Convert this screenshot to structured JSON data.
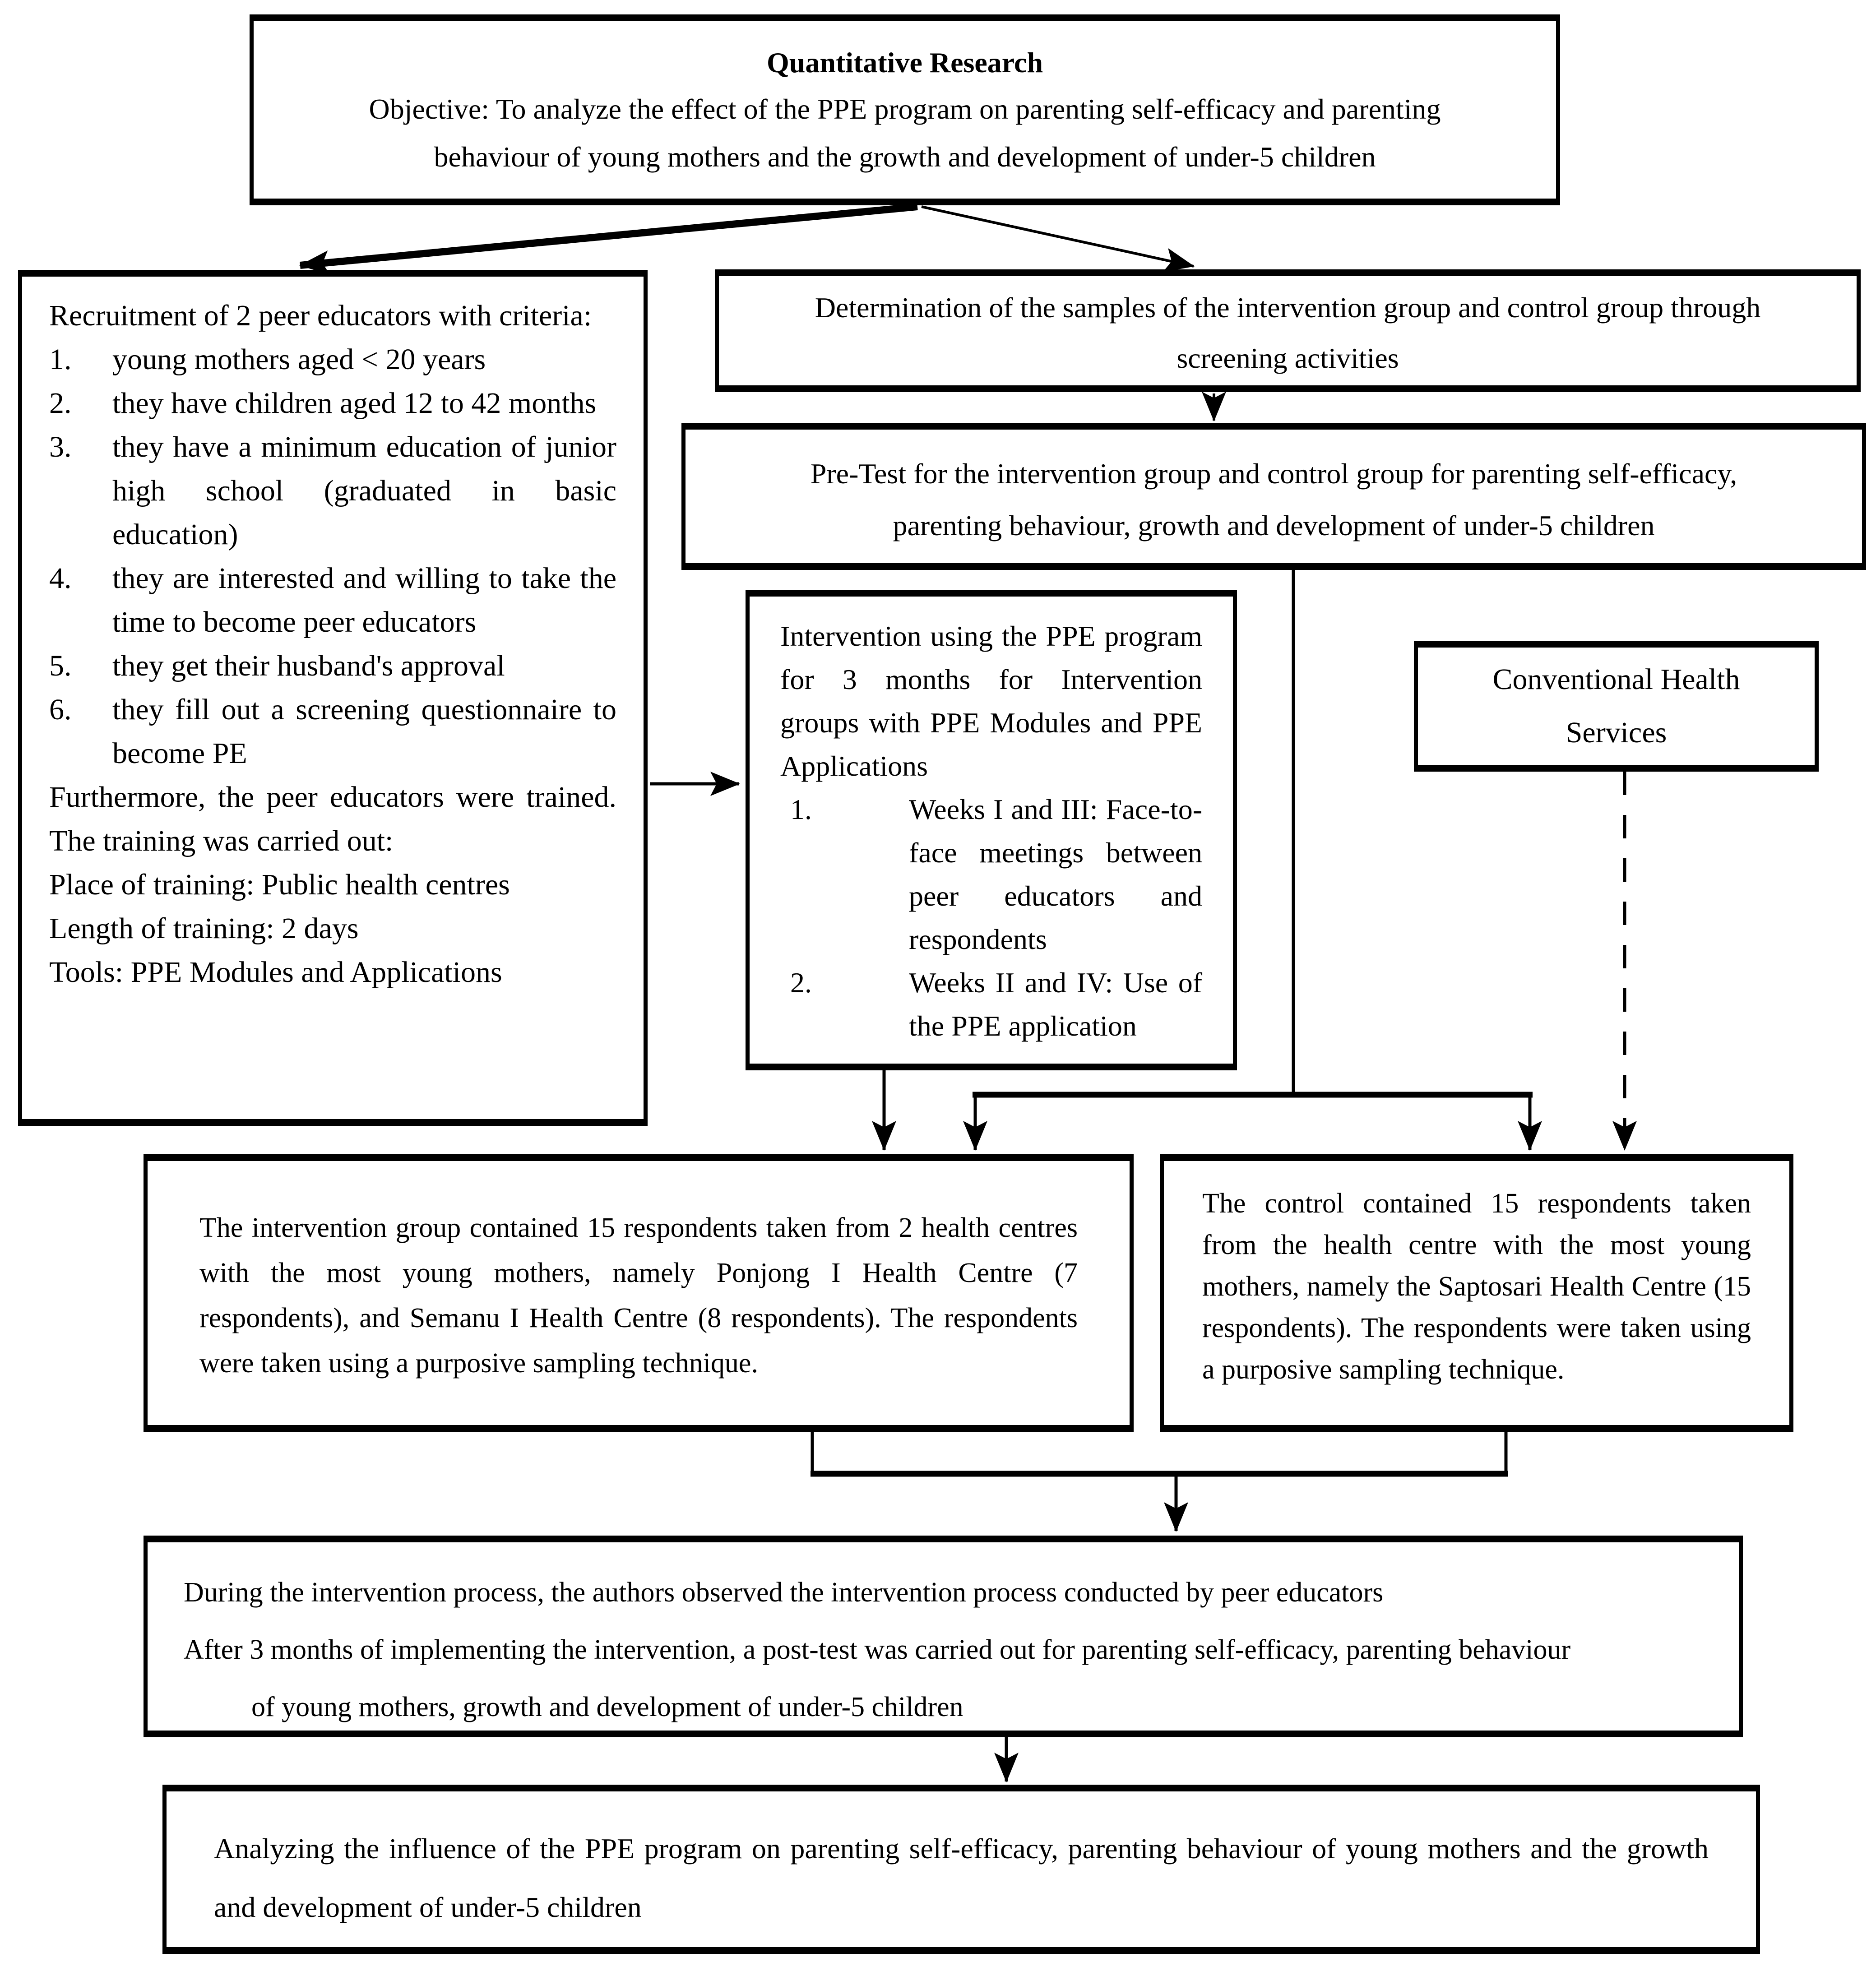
{
  "colors": {
    "line": "#000000",
    "background": "#ffffff"
  },
  "boxes": {
    "quantitative": {
      "title": "Quantitative Research",
      "objective_line1": "Objective: To analyze the effect of the PPE program on parenting self-efficacy and parenting",
      "objective_line2": "behaviour of young mothers and the growth and development of under-5 children"
    },
    "recruitment": {
      "intro": "Recruitment of 2 peer educators with criteria:",
      "items": [
        {
          "num": "1.",
          "text": "young mothers aged < 20 years"
        },
        {
          "num": "2.",
          "text": "they have children aged 12 to 42 months"
        },
        {
          "num": "3.",
          "text": "they have a minimum education of junior high school (graduated in basic education)"
        },
        {
          "num": "4.",
          "text": "they are interested and willing to take the time to become peer educators"
        },
        {
          "num": "5.",
          "text": "they get their husband's approval"
        },
        {
          "num": "6.",
          "text": "they fill out a screening questionnaire to become PE"
        }
      ],
      "outro1": "Furthermore, the peer educators were trained. The training was carried out:",
      "outro2": "Place of training: Public health centres",
      "outro3": "Length of training: 2 days",
      "outro4": "Tools: PPE Modules and Applications"
    },
    "determination": {
      "line1": "Determination of the samples of the intervention group and control group through",
      "line2": "screening activities"
    },
    "pretest": {
      "line1": "Pre-Test for the intervention group and control group for parenting self-efficacy,",
      "line2": "parenting behaviour, growth and development of under-5 children"
    },
    "intervention": {
      "intro": "Intervention using the PPE program for 3 months for Intervention groups with PPE Modules and PPE Applications",
      "items": [
        {
          "num": "1.",
          "text": "Weeks I and III: Face-to-face meetings between peer educators and respondents"
        },
        {
          "num": "2.",
          "text": "Weeks II and IV: Use of the PPE application"
        }
      ]
    },
    "conventional": {
      "line1": "Conventional Health",
      "line2": "Services"
    },
    "intervention_group": {
      "text": "The intervention group contained 15 respondents taken from 2 health centres with the most young mothers, namely Ponjong I Health Centre (7 respondents), and Semanu I Health Centre (8 respondents). The respondents were taken using a purposive sampling technique."
    },
    "control_group": {
      "text": "The control contained 15 respondents taken from the health centre with the most young mothers, namely the Saptosari Health Centre (15 respondents). The respondents were taken using a purposive sampling technique."
    },
    "observation": {
      "line1": "During the intervention process, the authors observed the intervention process conducted by peer educators",
      "line2": "After 3 months of implementing the intervention, a post-test was carried out for parenting self-efficacy, parenting behaviour",
      "line3": "of young mothers, growth and development of under-5 children"
    },
    "analysis": {
      "text": "Analyzing the influence of the PPE program on parenting self-efficacy, parenting behaviour of young mothers and the growth and development of under-5 children"
    }
  }
}
